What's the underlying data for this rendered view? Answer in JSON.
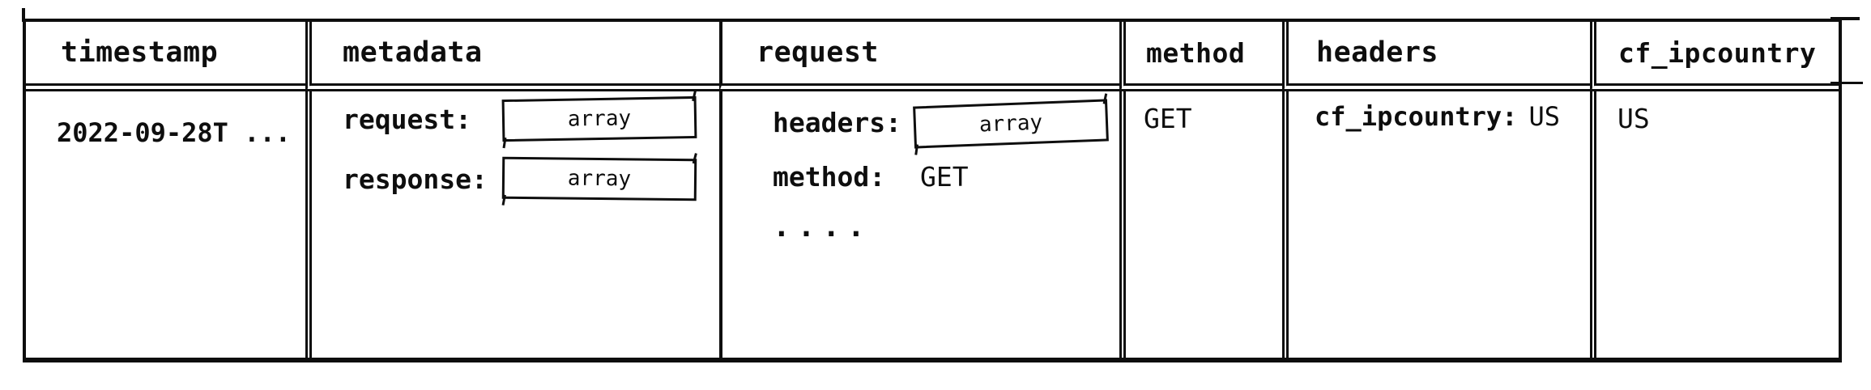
{
  "colors": {
    "stroke": "#0e0e0e",
    "background": "#ffffff"
  },
  "table": {
    "headers": [
      "timestamp",
      "metadata",
      "request",
      "method",
      "headers",
      "cf_ipcountry"
    ],
    "row": {
      "timestamp": "2022-09-28T ...",
      "metadata": {
        "fields": [
          {
            "key": "request:",
            "value": "array"
          },
          {
            "key": "response:",
            "value": "array"
          }
        ]
      },
      "request": {
        "fields": [
          {
            "key": "headers:",
            "value": "array"
          },
          {
            "key": "method:",
            "value": "GET"
          }
        ],
        "ellipsis": "...."
      },
      "method": "GET",
      "headers": {
        "key": "cf_ipcountry:",
        "value": "US"
      },
      "cf_ipcountry": "US"
    }
  }
}
